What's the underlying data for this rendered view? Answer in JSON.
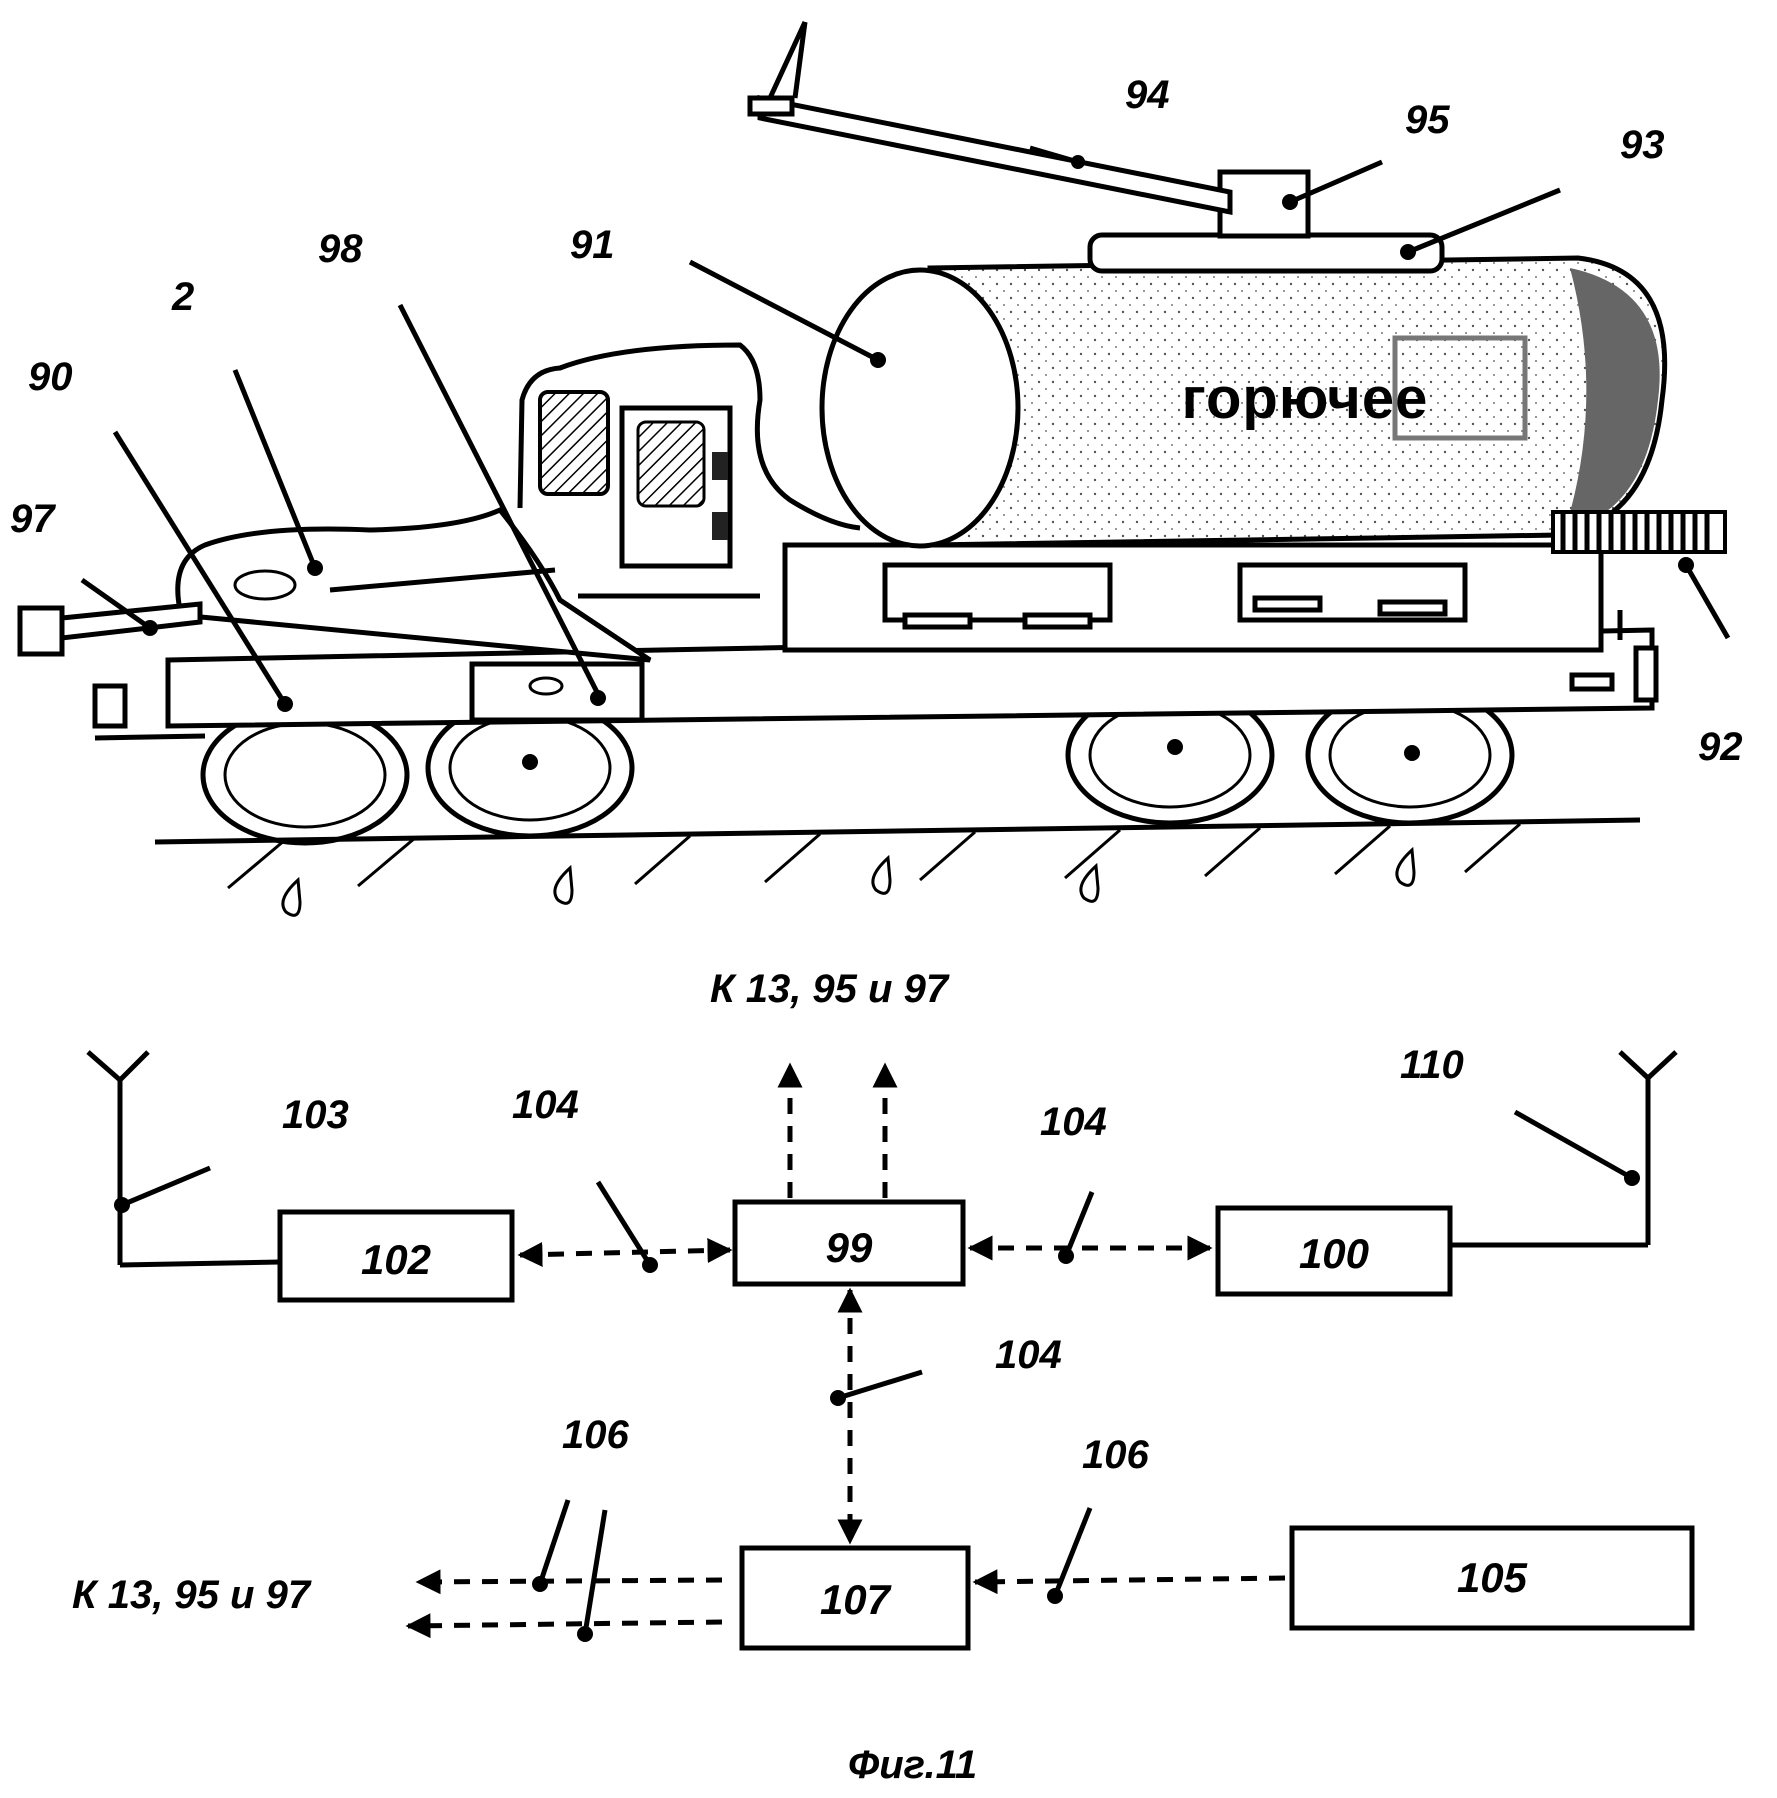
{
  "figure_caption": "Фиг.11",
  "tank_text": "горючее",
  "upper_note": "К 13, 95 и 97",
  "lower_note": "К 13, 95 и 97",
  "vehicle_labels": {
    "l94": "94",
    "l95": "95",
    "l93": "93",
    "l98": "98",
    "l91": "91",
    "l2": "2",
    "l90": "90",
    "l97": "97",
    "l92": "92"
  },
  "diagram_labels": {
    "l110": "110",
    "l103": "103",
    "l104a": "104",
    "l104b": "104",
    "l104c": "104",
    "l106a": "106",
    "l106b": "106"
  },
  "blocks": {
    "b102": "102",
    "b99": "99",
    "b100": "100",
    "b107": "107",
    "b105": "105"
  }
}
